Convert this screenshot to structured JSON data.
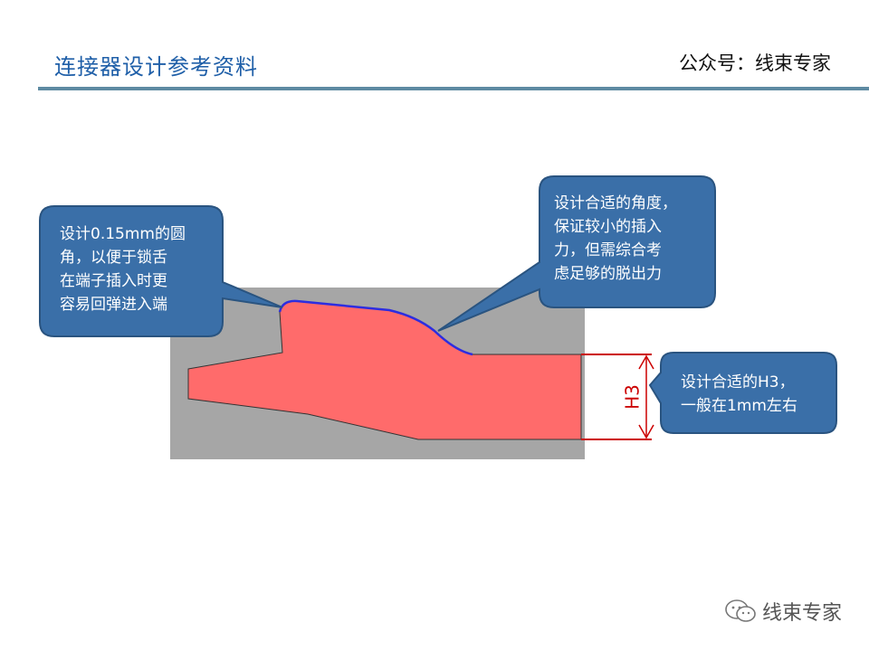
{
  "header": {
    "title": "连接器设计参考资料",
    "publisher": "公众号：线束专家"
  },
  "callouts": {
    "left": "设计0.15mm的圆\n角，以便于锁舌\n在端子插入时更\n容易回弹进入端",
    "top_right": "设计合适的角度，\n保证较小的插入\n力，但需综合考\n虑足够的脱出力",
    "right": "设计合适的H3，\n一般在1mm左右"
  },
  "dimension": {
    "label": "H3"
  },
  "watermark": {
    "text": "线束专家",
    "icon": "wechat-icon"
  },
  "colors": {
    "title": "#1f5fa8",
    "rule": "#5e8aa2",
    "housing": "#a6a6a6",
    "terminal": "#ff6b6b",
    "profile_edge": "#2d2de0",
    "dimension": "#cc0000",
    "bubble": "#3a6fa8",
    "bubble_border": "#2a5480"
  }
}
